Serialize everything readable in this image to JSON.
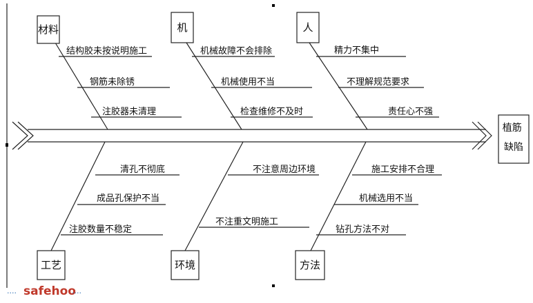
{
  "effect": "植筋缺陷",
  "categories": {
    "materials": "材料",
    "machine": "机",
    "people": "人",
    "process": "工艺",
    "environment": "环境",
    "method": "方法"
  },
  "causes": {
    "materials": [
      "结构胶未按说明施工",
      "钢筋未除锈",
      "注胶器未清理"
    ],
    "machine": [
      "机械故障不会排除",
      "机械使用不当",
      "检查维修不及时"
    ],
    "people": [
      "精力不集中",
      "不理解规范要求",
      "责任心不强"
    ],
    "process": [
      "清孔不彻底",
      "成品孔保护不当",
      "注胶数量不稳定"
    ],
    "environment": [
      "不注意周边环境",
      "不注重文明施工"
    ],
    "method": [
      "施工安排不合理",
      "机械选用不当",
      "钻孔方法不对"
    ]
  },
  "watermark": {
    "brand": "safehoo",
    "dots": "....",
    "color": "#c0392b"
  }
}
